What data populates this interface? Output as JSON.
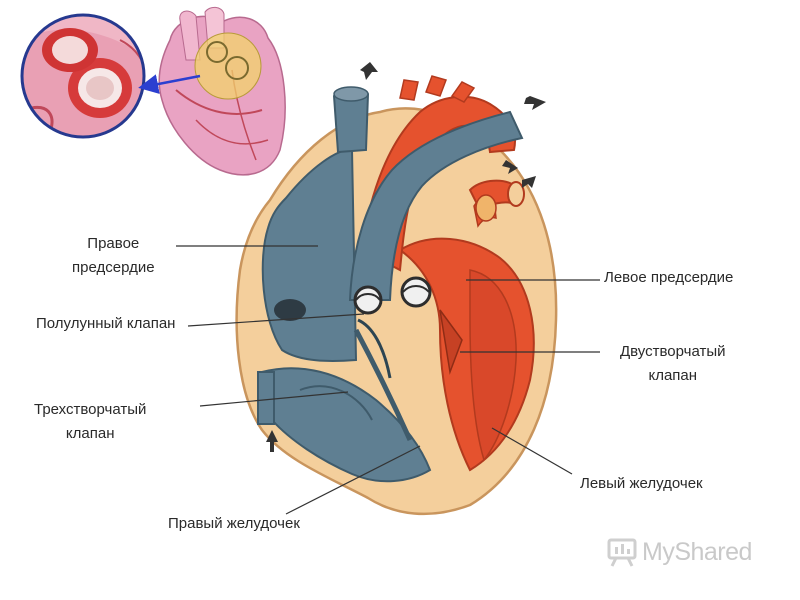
{
  "labels": {
    "right_atrium": [
      "Правое",
      "предсердие"
    ],
    "semilunar_valve": "Полулунный клапан",
    "tricuspid_valve": [
      "Трехстворчатый",
      "клапан"
    ],
    "right_ventricle": "Правый желудочек",
    "left_atrium": "Левое предсердие",
    "bicuspid_valve": [
      "Двустворчатый",
      "клапан"
    ],
    "left_ventricle": "Левый желудочек"
  },
  "watermark": "MyShared",
  "colors": {
    "venous_blue": "#5f7f92",
    "venous_dark": "#3f5b6b",
    "arterial_red": "#e5522e",
    "arterial_dark": "#b23a1e",
    "wall": "#f4cf9c",
    "wall_edge": "#c9955d",
    "outer_heart_pink": "#e9a3c3",
    "lens_yellow": "#f1d36b"
  }
}
